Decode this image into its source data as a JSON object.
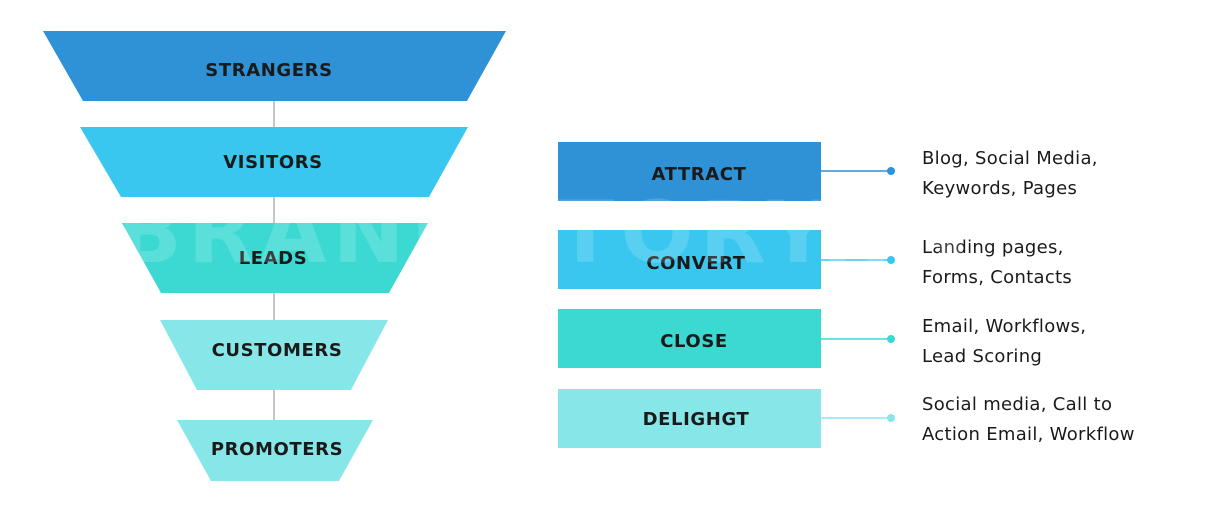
{
  "colors": {
    "level1": "#2f91d6",
    "level2": "#39c7ef",
    "level3": "#3cd9d3",
    "level4": "#87e7e8",
    "connector": "#8c8c8c"
  },
  "watermark": "BRANDSTORY.IN",
  "funnel": [
    {
      "label": "STRANGERS",
      "color_key": "level1"
    },
    {
      "label": "VISITORS",
      "color_key": "level2"
    },
    {
      "label": "LEADS",
      "color_key": "level3"
    },
    {
      "label": "CUSTOMERS",
      "color_key": "level4"
    },
    {
      "label": "PROMOTERS",
      "color_key": "level4"
    }
  ],
  "stages": [
    {
      "label": "ATTRACT",
      "color_key": "level1",
      "details": [
        "Blog, Social Media,",
        "Keywords, Pages"
      ]
    },
    {
      "label": "CONVERT",
      "color_key": "level2",
      "details": [
        "Landing pages,",
        "Forms, Contacts"
      ]
    },
    {
      "label": "CLOSE",
      "color_key": "level3",
      "details": [
        "Email, Workflows,",
        "Lead Scoring"
      ]
    },
    {
      "label": "DELIGHGT",
      "color_key": "level4",
      "details": [
        "Social media, Call to",
        "Action Email, Workflow"
      ]
    }
  ]
}
